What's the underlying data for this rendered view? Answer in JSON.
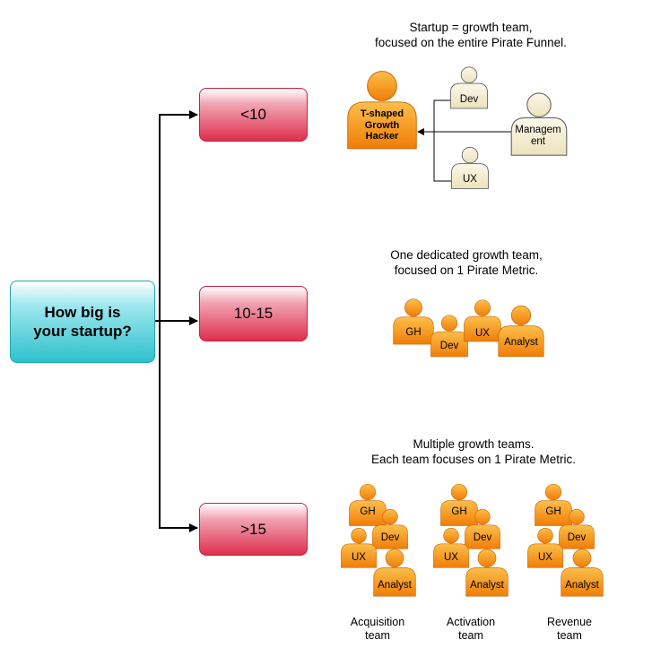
{
  "start": {
    "label": "How big is your startup?"
  },
  "branches": [
    {
      "size": "<10",
      "caption": [
        "Startup = growth team,",
        "focused on the entire Pirate Funnel."
      ],
      "people": [
        "T-shaped Growth Hacker",
        "Dev",
        "Management",
        "UX"
      ]
    },
    {
      "size": "10-15",
      "caption": [
        "One dedicated growth team,",
        "focused on 1 Pirate Metric."
      ],
      "people": [
        "GH",
        "Dev",
        "UX",
        "Analyst"
      ]
    },
    {
      "size": ">15",
      "caption": [
        "Multiple growth teams.",
        "Each team focuses on 1 Pirate Metric."
      ],
      "people": [
        "GH",
        "Dev",
        "UX",
        "Analyst"
      ],
      "teams": [
        [
          "Acquisition",
          "team"
        ],
        [
          "Activation",
          "team"
        ],
        [
          "Revenue",
          "team"
        ]
      ]
    }
  ],
  "colors": {
    "person_orange": "#f58d0e",
    "person_beige": "#f2ebcd",
    "start_teal": "#2ec1cc",
    "size_red": "#de2f4d"
  }
}
